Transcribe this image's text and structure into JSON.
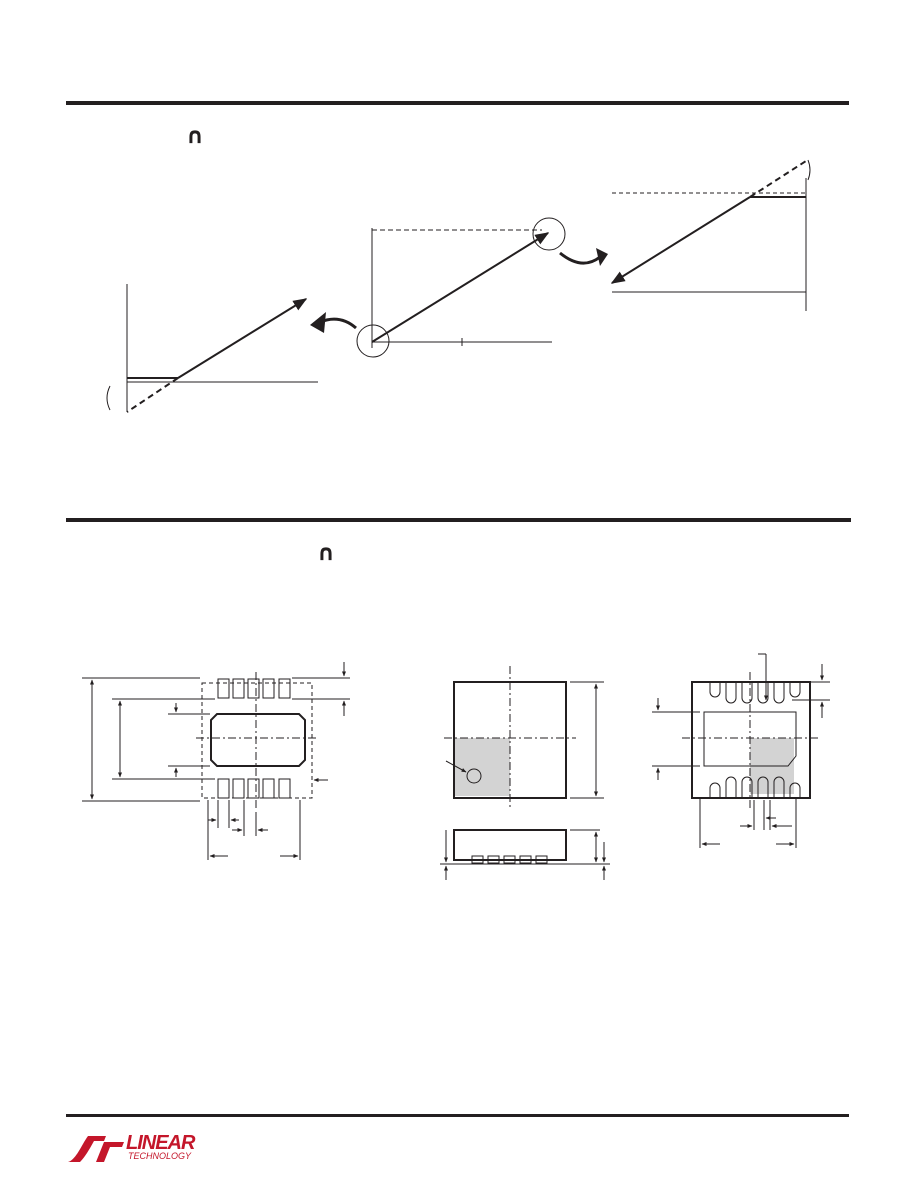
{
  "sections": [
    {
      "id": "transfer-section",
      "glyph": "∩"
    },
    {
      "id": "package-section",
      "glyph": "∩"
    }
  ],
  "footer": {
    "logo_word": "LINEAR",
    "logo_sub": "TECHNOLOGY",
    "brand_color": "#c4162a"
  },
  "colors": {
    "ink": "#231f20",
    "shade": "#d3d3d3"
  }
}
